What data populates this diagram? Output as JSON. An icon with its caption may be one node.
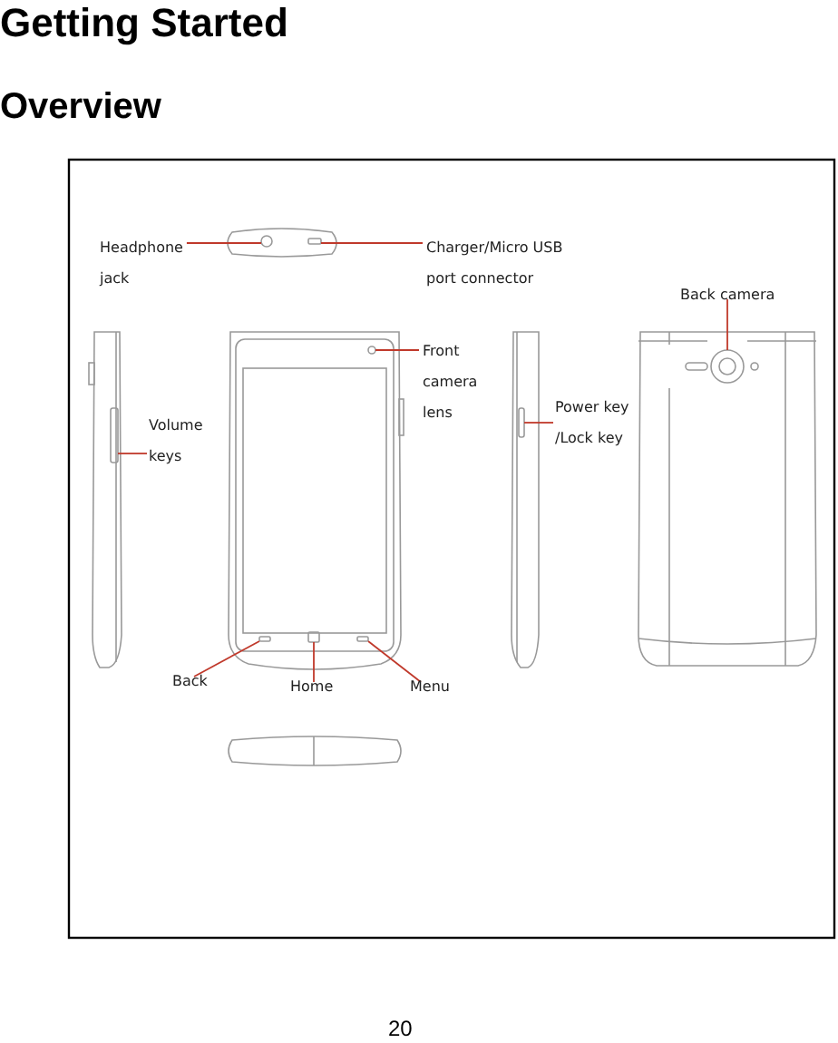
{
  "diagram": {
    "title": "Getting Started",
    "nodes": [
      {
        "text": [
          "Headphone jack"
        ]
      },
      {
        "text": [
          "Charger/Micro USB port connector"
        ]
      },
      {
        "text": [
          "Back camera"
        ]
      },
      {
        "text": [
          "Front camera lens"
        ]
      },
      {
        "text": [
          "Volume keys"
        ]
      },
      {
        "text": [
          "Power key /Lock key"
        ]
      },
      {
        "text": [
          "Back"
        ]
      },
      {
        "text": [
          "Home"
        ]
      },
      {
        "text": [
          "Menu"
        ]
      },
      {
        "text": [],
        "shape": "circle"
      },
      {
        "text": [],
        "shape": "box"
      },
      {
        "text": [],
        "shape": "circle"
      },
      {
        "text": [],
        "shape": "circle"
      },
      {
        "text": [],
        "shape": "bar"
      },
      {
        "text": [],
        "shape": "bar"
      },
      {
        "text": [],
        "shape": "box"
      },
      {
        "text": [],
        "shape": "box"
      },
      {
        "text": [],
        "shape": "box"
      }
    ],
    "edges": [
      {
        "from": 0,
        "to": 9,
        "arrow": "none"
      },
      {
        "from": 1,
        "to": 10,
        "arrow": "none"
      },
      {
        "from": 2,
        "to": 11,
        "arrow": "none"
      },
      {
        "from": 3,
        "to": 12,
        "arrow": "none"
      },
      {
        "from": 4,
        "to": 13,
        "arrow": "none"
      },
      {
        "from": 5,
        "to": 14,
        "arrow": "none"
      },
      {
        "from": 6,
        "to": 15,
        "arrow": "none"
      },
      {
        "from": 7,
        "to": 16,
        "arrow": "none"
      },
      {
        "from": 8,
        "to": 17,
        "arrow": "none"
      }
    ],
    "labels": [
      "Overview",
      "20"
    ]
  }
}
